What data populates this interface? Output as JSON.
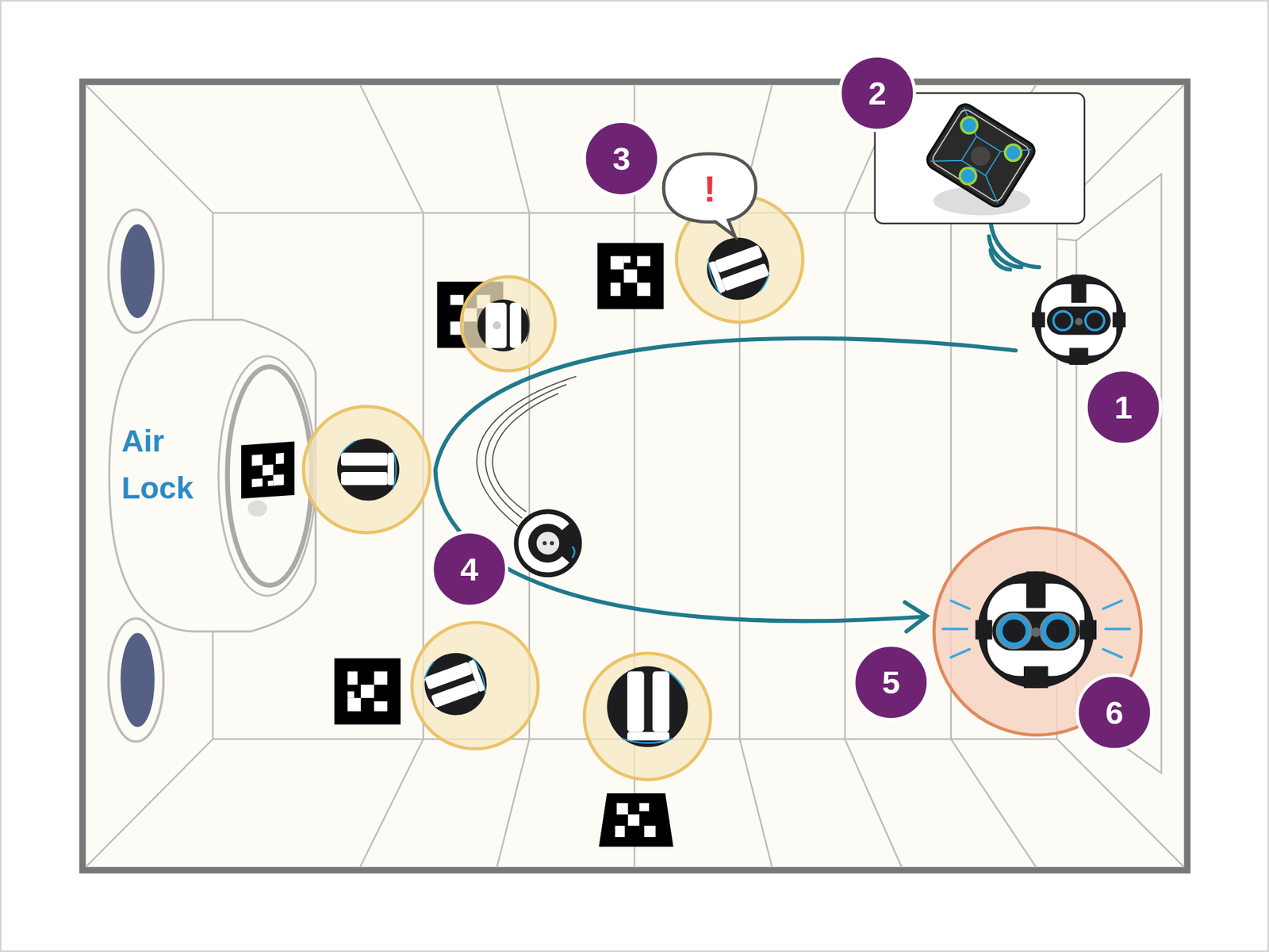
{
  "diagram": {
    "labels": [
      "2",
      "3",
      "!",
      "1",
      "Air Lock",
      "4",
      "5",
      "6"
    ]
  }
}
